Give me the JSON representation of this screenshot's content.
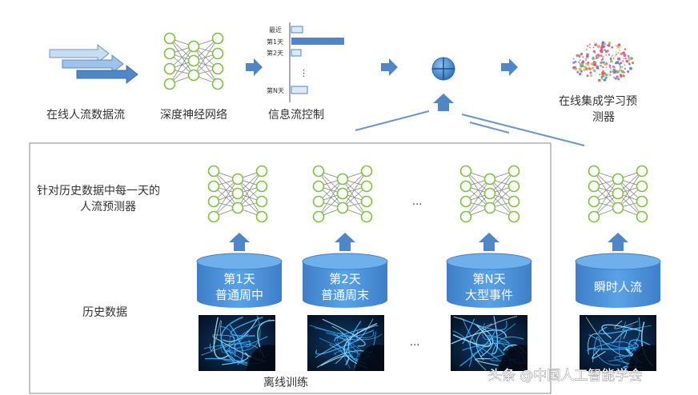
{
  "top_row": {
    "online_stream_label": "在线人流数据流",
    "dnn_label": "深度神经网络",
    "info_flow_label": "信息流控制",
    "ensemble_label_line1": "在线集成学习预",
    "ensemble_label_line2": "测器",
    "bar_labels": [
      "最近",
      "第1天",
      "第2天",
      "第N天"
    ],
    "bar_ellipsis": "⋮"
  },
  "offline_box": {
    "predictor_label_line1": "针对历史数据中每一天的",
    "predictor_label_line2": "人流预测器",
    "history_label": "历史数据",
    "offline_label": "离线训练",
    "ellipsis": "...",
    "cylinders": [
      {
        "line1": "第1天",
        "line2": "普通周中"
      },
      {
        "line1": "第2天",
        "line2": "普通周末"
      },
      {
        "line1": "第N天",
        "line2": "大型事件"
      }
    ]
  },
  "instant": {
    "cylinder_label": "瞬时人流"
  },
  "watermark": "头条 @中国人工智能学会",
  "colors": {
    "arrow": "#4f86c6",
    "cylinder": "#4a8fd6",
    "node_border": "#7fbf3f"
  }
}
